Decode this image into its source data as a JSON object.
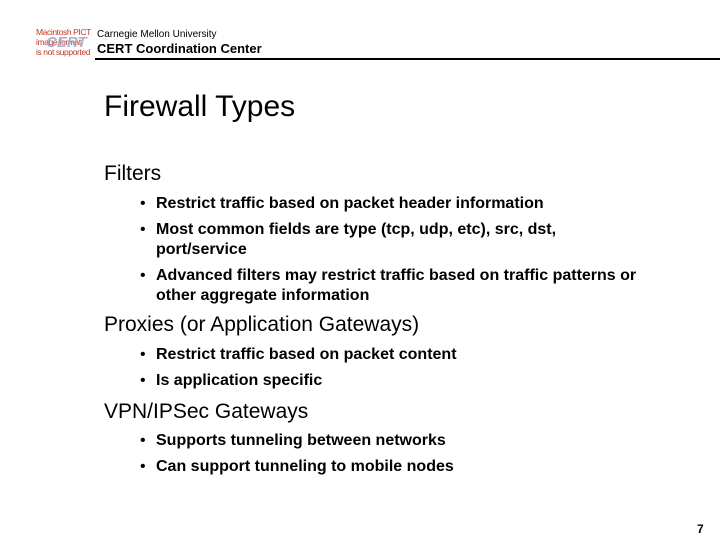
{
  "logo": {
    "line1": "Macintosh PICT",
    "line2": "image format",
    "line3": "is not supported",
    "brand": "CERT"
  },
  "header": {
    "university": "Carnegie Mellon University",
    "center": "CERT Coordination Center"
  },
  "title": "Firewall Types",
  "sections": [
    {
      "heading": "Filters",
      "bullets": [
        "Restrict traffic based on packet header information",
        "Most common fields are type (tcp, udp, etc), src, dst, port/service",
        "Advanced filters may restrict traffic based on traffic patterns or other aggregate information"
      ]
    },
    {
      "heading": "Proxies (or Application Gateways)",
      "bullets": [
        "Restrict traffic based on packet content",
        "Is application specific"
      ]
    },
    {
      "heading": "VPN/IPSec Gateways",
      "bullets": [
        "Supports tunneling between networks",
        "Can support tunneling to mobile nodes"
      ]
    }
  ],
  "bullet_glyph": "•",
  "page_number": "7"
}
